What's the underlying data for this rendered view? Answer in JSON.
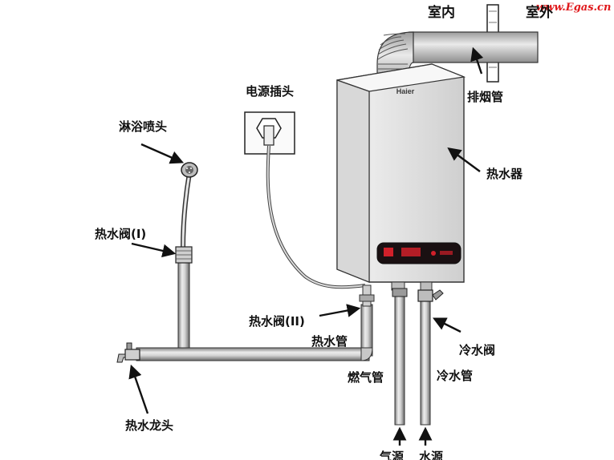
{
  "watermark": "www.Egas.cn",
  "brand": "Haier",
  "labels": {
    "indoor": "室内",
    "outdoor": "室外",
    "exhaust_pipe": "排烟管",
    "power_plug": "电源插头",
    "water_heater": "热水器",
    "shower_head": "淋浴喷头",
    "hot_valve_1": "热水阀(I)",
    "hot_valve_2": "热水阀(II)",
    "hot_pipe": "热水管",
    "cold_valve": "冷水阀",
    "gas_pipe": "燃气管",
    "cold_pipe": "冷水管",
    "hot_faucet": "热水龙头",
    "gas_source": "气源",
    "water_source": "水源"
  },
  "colors": {
    "watermark": "#e0181b",
    "display_panel": "#1a1012",
    "display_digits": "#d0202a"
  }
}
